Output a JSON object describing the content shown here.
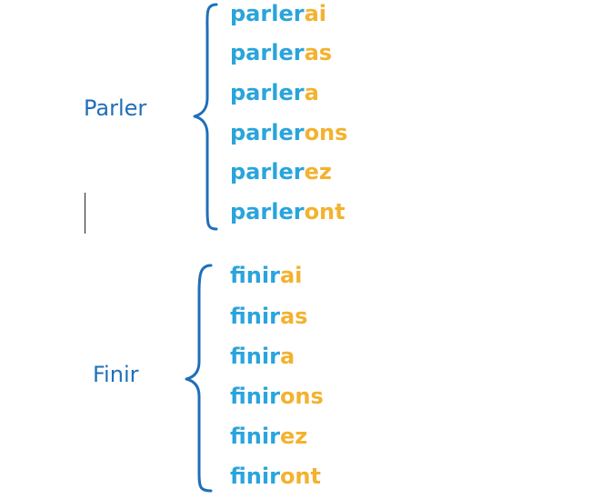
{
  "colors": {
    "verb": "#1f6fb8",
    "stem": "#2aa4dc",
    "ending": "#f3b22f",
    "brace": "#1f6fb8"
  },
  "groups": [
    {
      "verb": "Parler",
      "forms": [
        {
          "stem": "parler",
          "ending": "ai"
        },
        {
          "stem": "parler",
          "ending": "as"
        },
        {
          "stem": "parler",
          "ending": "a"
        },
        {
          "stem": "parler",
          "ending": "ons"
        },
        {
          "stem": "parler",
          "ending": "ez"
        },
        {
          "stem": "parler",
          "ending": "ont"
        }
      ]
    },
    {
      "verb": "Finir",
      "forms": [
        {
          "stem": "finir",
          "ending": "ai"
        },
        {
          "stem": "finir",
          "ending": "as"
        },
        {
          "stem": "finir",
          "ending": "a"
        },
        {
          "stem": "finir",
          "ending": "ons"
        },
        {
          "stem": "finir",
          "ending": "ez"
        },
        {
          "stem": "finir",
          "ending": "ont"
        }
      ]
    }
  ]
}
